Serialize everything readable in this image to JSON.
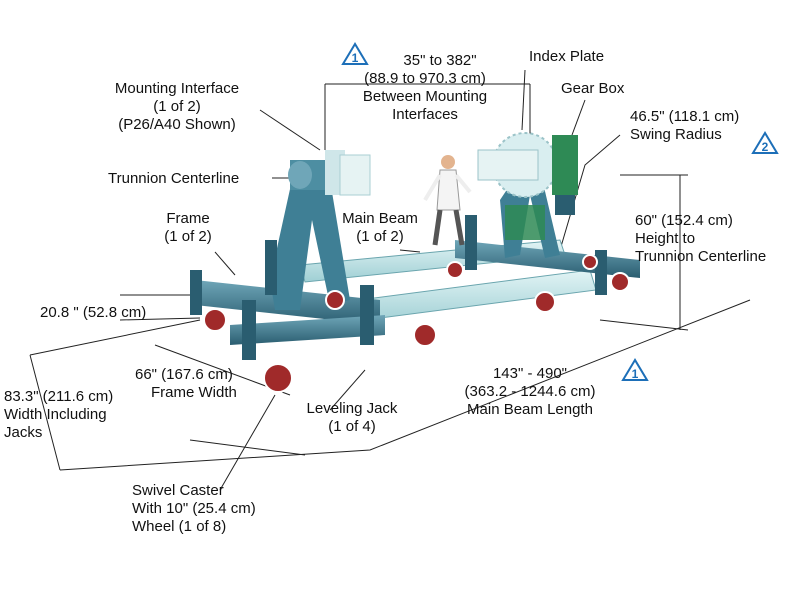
{
  "colors": {
    "steel": "#3f7f95",
    "steel_dark": "#2a5d70",
    "steel_light": "#6fa6b8",
    "beam": "#bfe3e6",
    "caster": "#a02a2a",
    "gearbox": "#2e8a55",
    "index_plate": "#d9eef0",
    "warning": "#1d6fb8"
  },
  "icons": [
    "warning-triangle-1-icon",
    "warning-triangle-2-icon"
  ],
  "labels": {
    "mounting_interface": [
      "Mounting Interface",
      "(1 of 2)",
      "(P26/A40 Shown)"
    ],
    "range_top": [
      "35\" to 382\"",
      "(88.9 to 970.3 cm)",
      "Between Mounting",
      "Interfaces"
    ],
    "range_top_note": "1",
    "index_plate": "Index Plate",
    "gear_box": "Gear Box",
    "swing_radius": [
      "46.5\" (118.1 cm)",
      "Swing Radius"
    ],
    "swing_radius_note": "2",
    "trunnion_centerline": "Trunnion Centerline",
    "frame": [
      "Frame",
      "(1 of 2)"
    ],
    "main_beam": [
      "Main Beam",
      "(1 of 2)"
    ],
    "height": [
      "60\" (152.4 cm)",
      "Height to",
      "Trunnion Centerline"
    ],
    "frame_height": "20.8 \" (52.8 cm)",
    "frame_width": [
      "66\" (167.6 cm)",
      "Frame Width"
    ],
    "width_jacks": [
      "83.3\" (211.6 cm)",
      "Width Including",
      "Jacks"
    ],
    "leveling_jack": [
      "Leveling Jack",
      "(1 of 4)"
    ],
    "beam_length": [
      "143\" - 490\"",
      "(363.2 - 1244.6 cm)",
      "Main Beam Length"
    ],
    "beam_length_note": "1",
    "swivel_caster": [
      "Swivel Caster",
      "With 10\" (25.4 cm)",
      "Wheel (1 of 8)"
    ]
  }
}
